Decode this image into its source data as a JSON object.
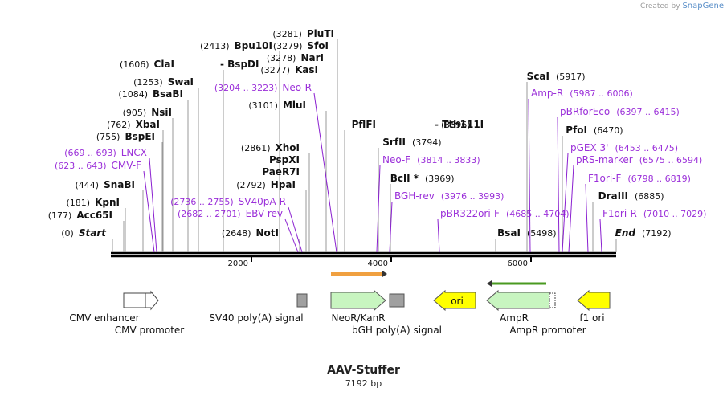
{
  "credit": {
    "prefix": "Created by",
    "brand": "SnapGene"
  },
  "plasmid": {
    "name": "AAV-Stuffer",
    "length_label": "7192 bp",
    "length": 7192
  },
  "scale": {
    "ticks": [
      "2000",
      "4000",
      "6000"
    ]
  },
  "colors": {
    "enzyme": "#111111",
    "primer": "#9b30d9",
    "line": "#999999",
    "primer_line": "#8a1fd0",
    "feature_green": "#c8f5c0",
    "feature_yellow": "#ffff00",
    "feature_grey": "#a0a0a0",
    "orange_arrow": "#f0a040",
    "green_arrow": "#4a9a20"
  },
  "enzymes": [
    {
      "name": "Start",
      "pos": "(0)",
      "italic": true
    },
    {
      "name": "Acc65I",
      "pos": "(177)"
    },
    {
      "name": "KpnI",
      "pos": "(181)"
    },
    {
      "name": "SnaBI",
      "pos": "(444)"
    },
    {
      "name": "BspEI",
      "pos": "(755)"
    },
    {
      "name": "XbaI",
      "pos": "(762)"
    },
    {
      "name": "NsiI",
      "pos": "(905)"
    },
    {
      "name": "BsaBI",
      "pos": "(1084)"
    },
    {
      "name": "SwaI",
      "pos": "(1253)"
    },
    {
      "name": "ClaI",
      "pos": "(1606)"
    },
    {
      "name": "BspDI",
      "pos": "",
      "dash": true
    },
    {
      "name": "Bpu10I",
      "pos": "(2413)"
    },
    {
      "name": "NotI",
      "pos": "(2648)"
    },
    {
      "name": "HpaI",
      "pos": "(2792)"
    },
    {
      "name": "PaeR7I",
      "pos": ""
    },
    {
      "name": "PspXI",
      "pos": ""
    },
    {
      "name": "XhoI",
      "pos": "(2861)"
    },
    {
      "name": "MluI",
      "pos": "(3101)"
    },
    {
      "name": "KasI",
      "pos": "(3277)"
    },
    {
      "name": "NarI",
      "pos": "(3278)"
    },
    {
      "name": "SfoI",
      "pos": "(3279)"
    },
    {
      "name": "PluTI",
      "pos": "(3281)"
    },
    {
      "name": "PflFI",
      "pos": ""
    },
    {
      "name": "Tth111I",
      "pos": "(3396)",
      "dash": true
    },
    {
      "name": "SrfII",
      "pos": "(3794)"
    },
    {
      "name": "BclI *",
      "pos": "(3969)"
    },
    {
      "name": "BsaI",
      "pos": "(5498)"
    },
    {
      "name": "ScaI",
      "pos": "(5917)"
    },
    {
      "name": "PfoI",
      "pos": "(6470)"
    },
    {
      "name": "DraIII",
      "pos": "(6885)"
    },
    {
      "name": "End",
      "pos": "(7192)",
      "italic": true
    }
  ],
  "primers": [
    {
      "name": "LNCX",
      "range": "(669 .. 693)"
    },
    {
      "name": "CMV-F",
      "range": "(623 .. 643)"
    },
    {
      "name": "Neo-R",
      "range": "(3204 .. 3223)"
    },
    {
      "name": "SV40pA-R",
      "range": "(2736 .. 2755)"
    },
    {
      "name": "EBV-rev",
      "range": "(2682 .. 2701)"
    },
    {
      "name": "Neo-F",
      "range": "(3814 .. 3833)"
    },
    {
      "name": "BGH-rev",
      "range": "(3976 .. 3993)"
    },
    {
      "name": "pBR322ori-F",
      "range": "(4685 .. 4704)"
    },
    {
      "name": "Amp-R",
      "range": "(5987 .. 6006)"
    },
    {
      "name": "pBRforEco",
      "range": "(6397 .. 6415)"
    },
    {
      "name": "pGEX 3'",
      "range": "(6453 .. 6475)"
    },
    {
      "name": "pRS-marker",
      "range": "(6575 .. 6594)"
    },
    {
      "name": "F1ori-F",
      "range": "(6798 .. 6819)"
    },
    {
      "name": "F1ori-R",
      "range": "(7010 .. 7029)"
    }
  ],
  "features": [
    {
      "name": "CMV enhancer"
    },
    {
      "name": "CMV promoter"
    },
    {
      "name": "SV40 poly(A) signal"
    },
    {
      "name": "NeoR/KanR"
    },
    {
      "name": "bGH poly(A) signal"
    },
    {
      "name": "ori",
      "inner": true
    },
    {
      "name": "AmpR"
    },
    {
      "name": "AmpR promoter"
    },
    {
      "name": "f1 ori"
    }
  ]
}
